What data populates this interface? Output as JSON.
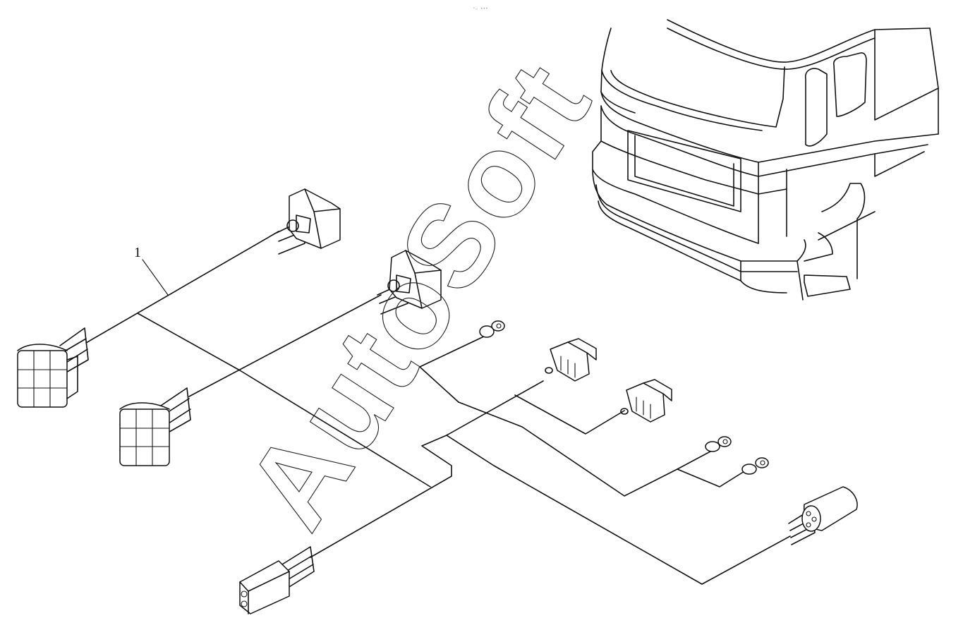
{
  "diagram": {
    "callouts": [
      {
        "label": "1"
      }
    ],
    "watermark": "AutoSoft",
    "top_mark": "ᵃₙ •••"
  }
}
